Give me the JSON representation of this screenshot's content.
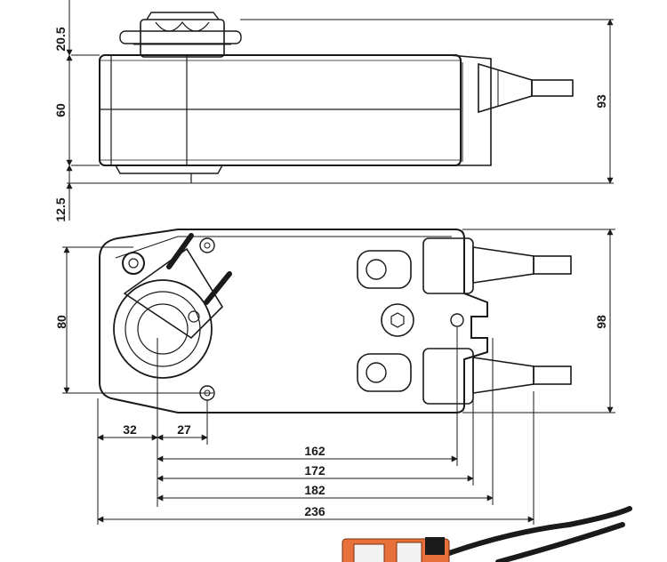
{
  "diagram": {
    "side_view": {
      "dims": {
        "top": "20.5",
        "body": "60",
        "bottom": "12.5",
        "overall": "93"
      }
    },
    "top_view": {
      "dims": {
        "height_80": "80",
        "height_98": "98",
        "left_32": "32",
        "left_27": "27",
        "width_162": "162",
        "width_172": "172",
        "width_182": "182",
        "width_236": "236"
      }
    }
  },
  "colors": {
    "line": "#1a1a1a",
    "body": "#ffffff",
    "accent_plug": "#e8703a"
  }
}
